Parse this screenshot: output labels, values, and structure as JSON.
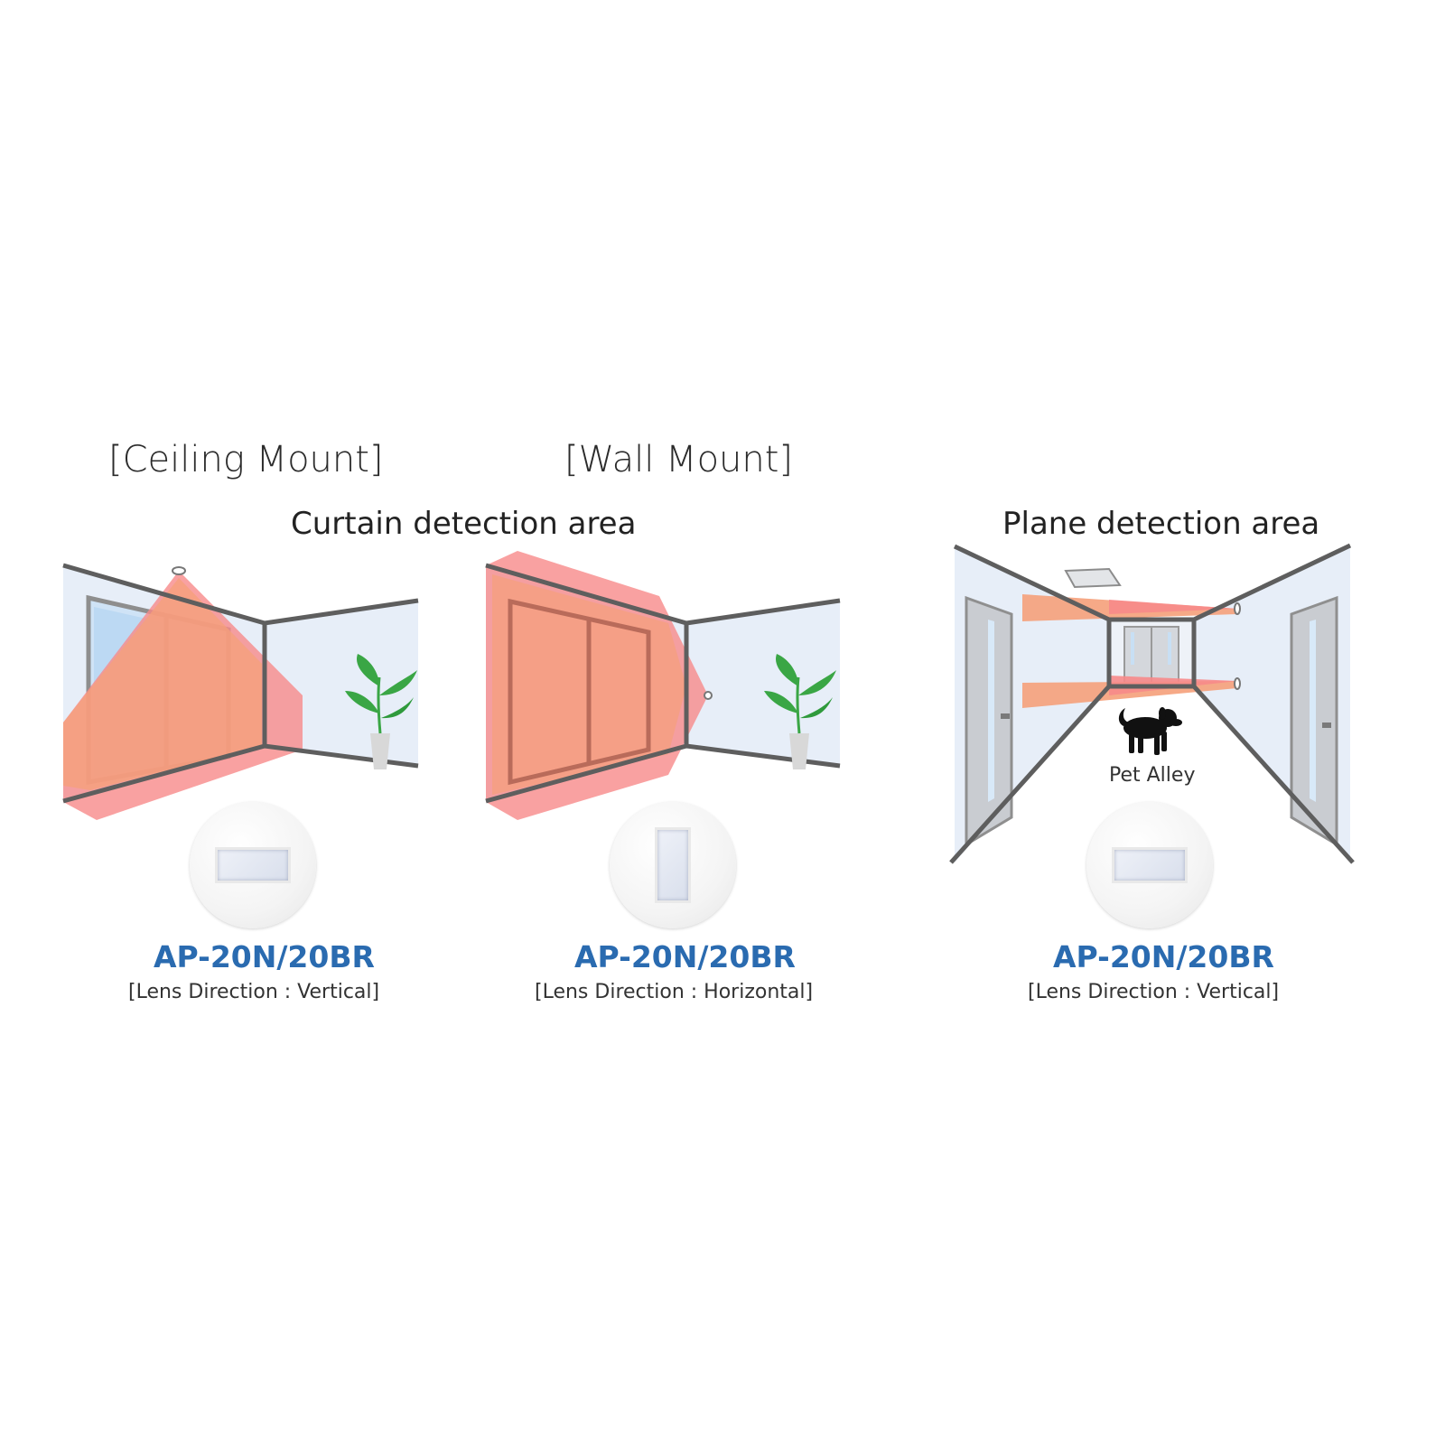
{
  "headings": {
    "ceiling_mount": "[Ceiling Mount]",
    "wall_mount": "[Wall Mount]",
    "curtain_area": "Curtain detection area",
    "plane_area": "Plane detection area"
  },
  "panels": [
    {
      "model": "AP-20N/20BR",
      "lens": "[Lens Direction : Vertical]"
    },
    {
      "model": "AP-20N/20BR",
      "lens": "[Lens Direction : Horizontal]"
    },
    {
      "model": "AP-20N/20BR",
      "lens": "[Lens Direction : Vertical]"
    }
  ],
  "pet_label": "Pet Alley",
  "icons": [
    "plant-icon",
    "dog-icon",
    "sensor-icon",
    "door-icon",
    "window-icon"
  ],
  "colors": {
    "model_blue": "#2a6bb0",
    "detection_pink": "#f78a8a",
    "detection_orange": "#f5a07a",
    "wall_blue": "#e7eef8",
    "wall_line": "#5e5e5e",
    "plant_green": "#3aa645"
  }
}
